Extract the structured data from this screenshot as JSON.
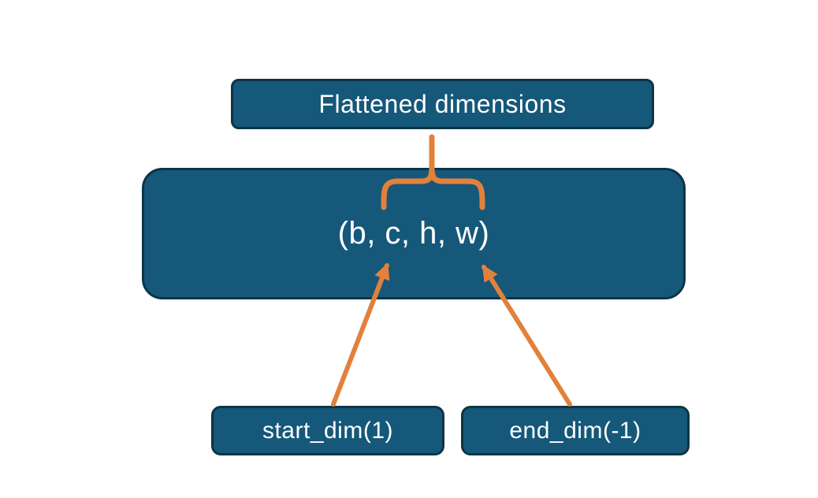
{
  "diagram": {
    "title": "Flattened dimensions",
    "tensor_shape": "(b, c, h, w)",
    "start_dim_label": "start_dim(1)",
    "end_dim_label": "end_dim(-1)",
    "colors": {
      "background": "#ffffff",
      "box_fill": "#15587a",
      "box_border": "#0d3446",
      "text": "#ffffff",
      "accent_orange": "#e2813b"
    }
  }
}
